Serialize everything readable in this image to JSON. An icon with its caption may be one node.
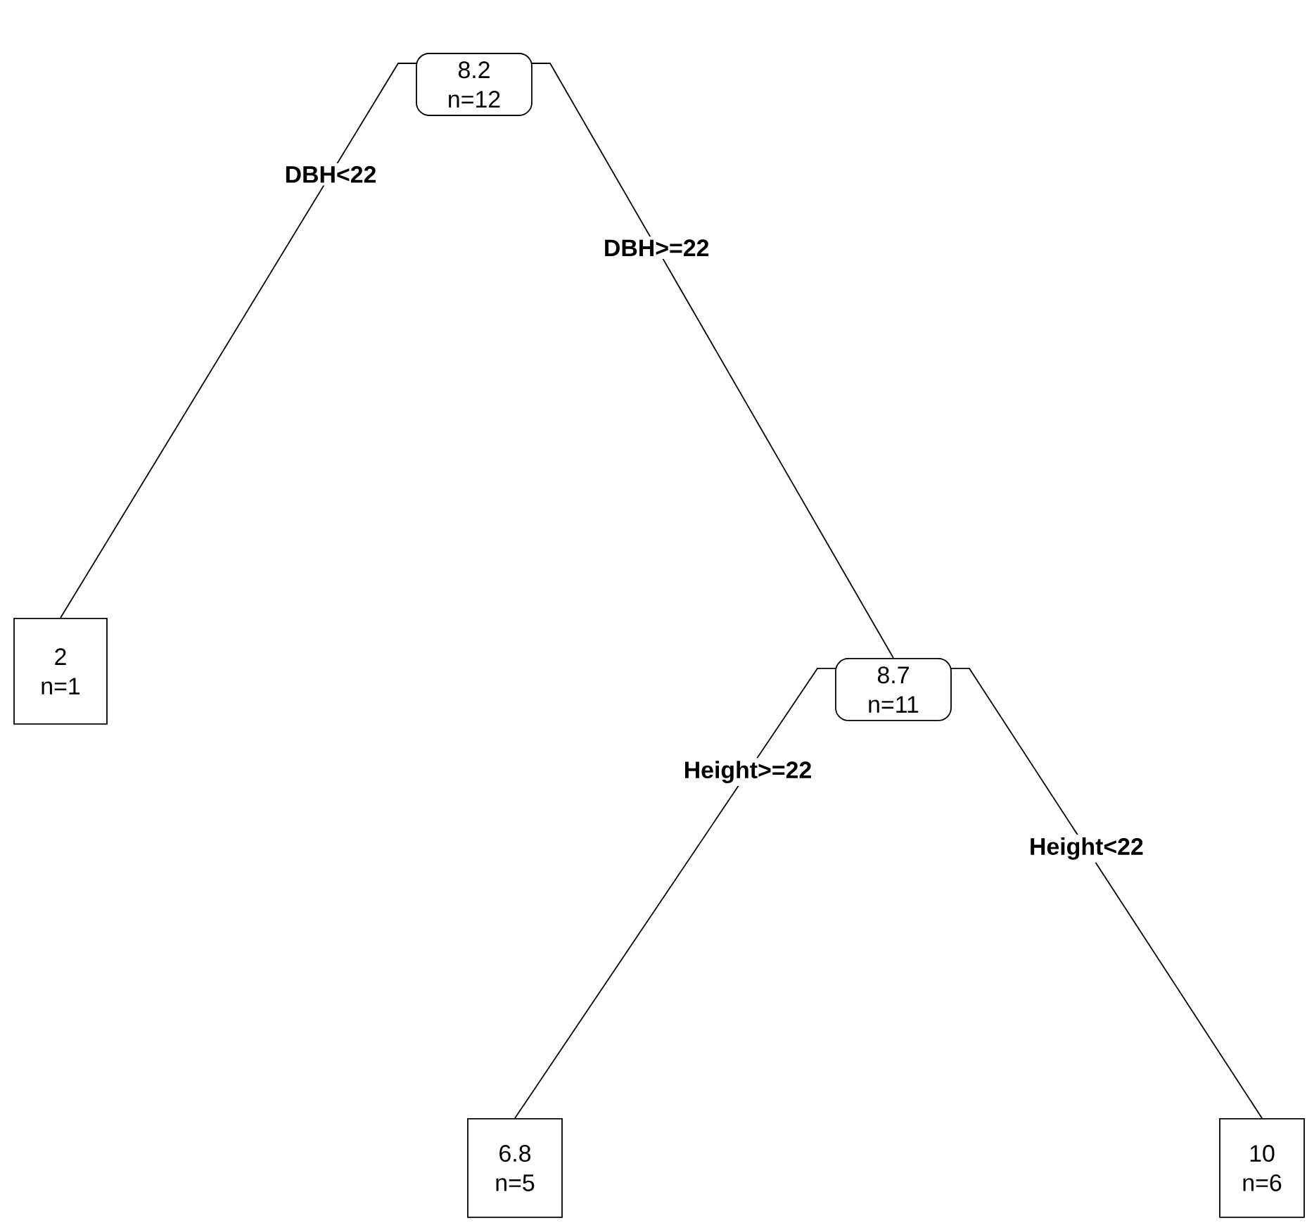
{
  "diagram": {
    "nodes": [
      {
        "text": [
          "8.2",
          "n=12"
        ]
      },
      {
        "text": [
          "2",
          "n=1"
        ]
      },
      {
        "text": [
          "8.7",
          "n=11"
        ]
      },
      {
        "text": [
          "6.8",
          "n=5"
        ]
      },
      {
        "text": [
          "10",
          "n=6"
        ]
      }
    ],
    "edges": [
      {
        "from": 0,
        "to": 1,
        "arrow": "none",
        "label": "DBH<22"
      },
      {
        "from": 0,
        "to": 2,
        "arrow": "none",
        "label": "DBH>=22"
      },
      {
        "from": 2,
        "to": 3,
        "arrow": "none",
        "label": "Height>=22"
      },
      {
        "from": 2,
        "to": 4,
        "arrow": "none",
        "label": "Height<22"
      }
    ]
  }
}
